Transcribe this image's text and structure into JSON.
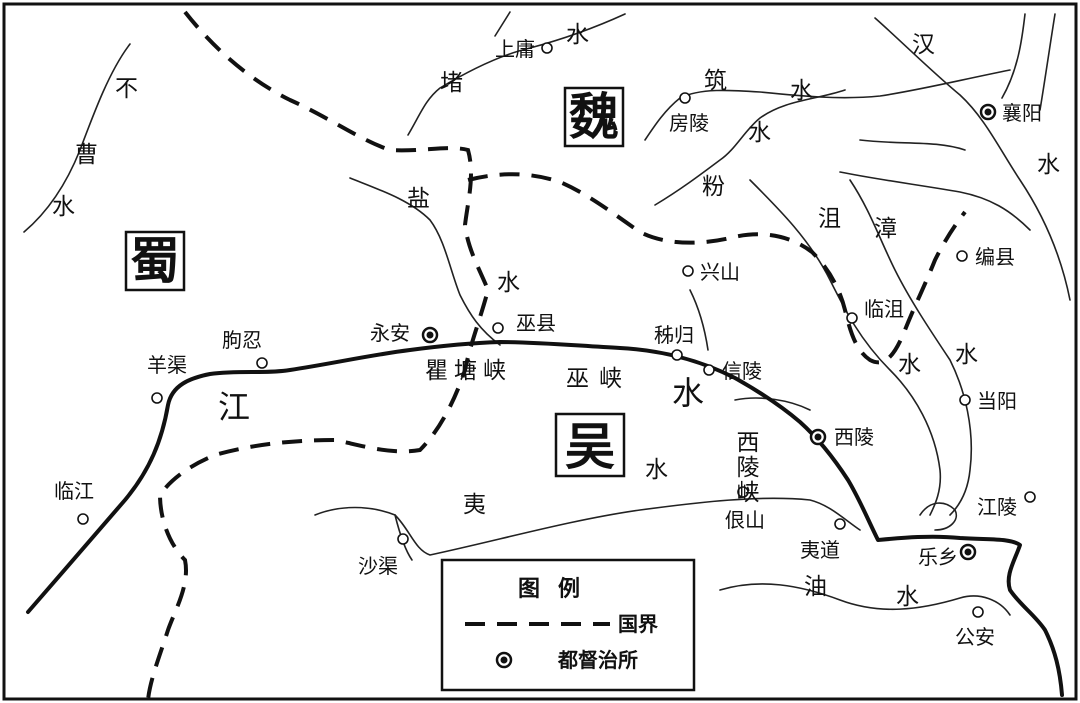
{
  "states": [
    {
      "key": "wei",
      "name": "魏"
    },
    {
      "key": "shu",
      "name": "蜀"
    },
    {
      "key": "wu",
      "name": "吴"
    }
  ],
  "cities": [
    {
      "key": "shangyong",
      "name": "上庸",
      "type": "county"
    },
    {
      "key": "fangling",
      "name": "房陵",
      "type": "county"
    },
    {
      "key": "xiangyang",
      "name": "襄阳",
      "type": "capital"
    },
    {
      "key": "xingshan",
      "name": "兴山",
      "type": "county"
    },
    {
      "key": "bianxian",
      "name": "编县",
      "type": "county"
    },
    {
      "key": "linju",
      "name": "临沮",
      "type": "county"
    },
    {
      "key": "dangyang",
      "name": "当阳",
      "type": "county"
    },
    {
      "key": "yongan",
      "name": "永安",
      "type": "capital"
    },
    {
      "key": "wuxian",
      "name": "巫县",
      "type": "county"
    },
    {
      "key": "zigui",
      "name": "秭归",
      "type": "county"
    },
    {
      "key": "xinling",
      "name": "信陵",
      "type": "county"
    },
    {
      "key": "xiling",
      "name": "西陵",
      "type": "capital"
    },
    {
      "key": "quren",
      "name": "朐忍",
      "type": "county"
    },
    {
      "key": "yangqu",
      "name": "羊渠",
      "type": "county"
    },
    {
      "key": "linjiang",
      "name": "临江",
      "type": "county"
    },
    {
      "key": "hengshan",
      "name": "佷山",
      "type": "county"
    },
    {
      "key": "yidao",
      "name": "夷道",
      "type": "county"
    },
    {
      "key": "jiangling",
      "name": "江陵",
      "type": "county"
    },
    {
      "key": "lexiang",
      "name": "乐乡",
      "type": "capital"
    },
    {
      "key": "gongan",
      "name": "公安",
      "type": "county"
    },
    {
      "key": "shaqu",
      "name": "沙渠",
      "type": "county"
    }
  ],
  "river_labels": [
    {
      "key": "du-shui",
      "parts": [
        "堵",
        "水"
      ]
    },
    {
      "key": "zhu-shui",
      "parts": [
        "筑",
        "水"
      ]
    },
    {
      "key": "han-shui",
      "parts": [
        "汉",
        "水"
      ]
    },
    {
      "key": "bu-cao-shui",
      "parts": [
        "不",
        "曹",
        "水"
      ]
    },
    {
      "key": "yan-shui",
      "parts": [
        "盐",
        "水"
      ]
    },
    {
      "key": "fen-shui",
      "parts": [
        "粉",
        "水"
      ]
    },
    {
      "key": "ju-shui",
      "parts": [
        "沮",
        "水"
      ]
    },
    {
      "key": "zhang-shui",
      "parts": [
        "漳",
        "水"
      ]
    },
    {
      "key": "yi-shui",
      "parts": [
        "夷",
        "水"
      ]
    },
    {
      "key": "you-shui",
      "parts": [
        "油",
        "水"
      ]
    }
  ],
  "yangtze_labels": [
    "江",
    "水"
  ],
  "gorges": [
    {
      "key": "qutang",
      "name": "瞿塘峡"
    },
    {
      "key": "wu-gorge",
      "name": "巫峡"
    },
    {
      "key": "xiling-gorge",
      "name": "西陵峡"
    }
  ],
  "legend": {
    "title": "图例",
    "items": [
      {
        "symbol": "dashed-line",
        "label": "国界"
      },
      {
        "symbol": "circle-dot",
        "label": "都督治所"
      }
    ]
  }
}
